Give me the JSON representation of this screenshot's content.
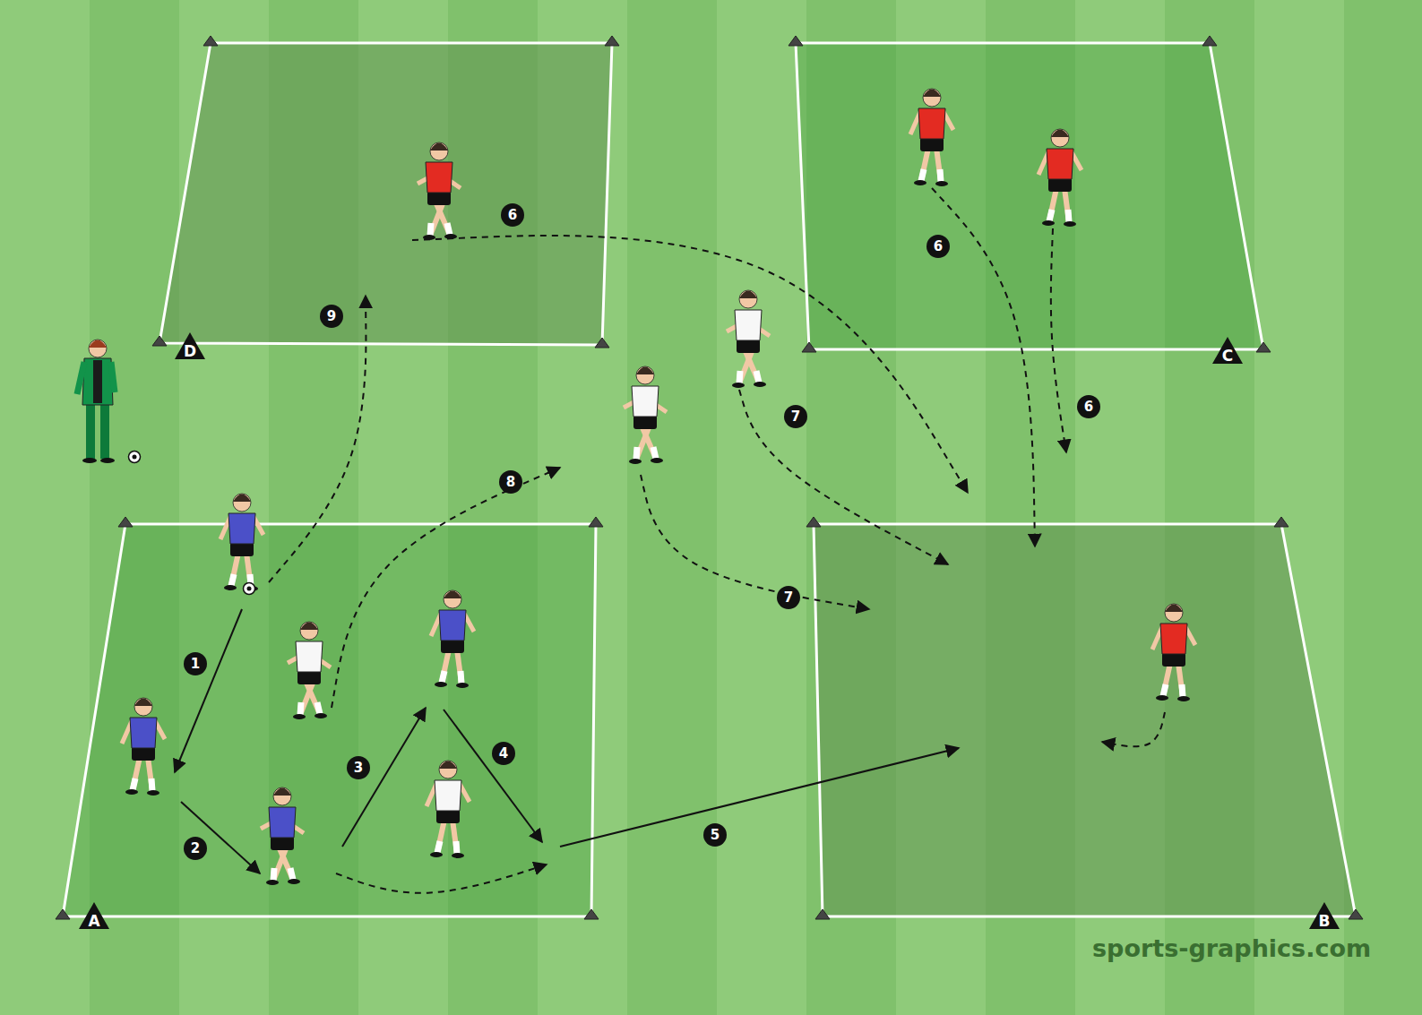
{
  "diagram": {
    "labels": [
      "A",
      "B",
      "C",
      "D",
      "1",
      "2",
      "3",
      "4",
      "5",
      "6",
      "6",
      "6",
      "7",
      "7",
      "8",
      "9",
      "sports-graphics.com"
    ]
  }
}
